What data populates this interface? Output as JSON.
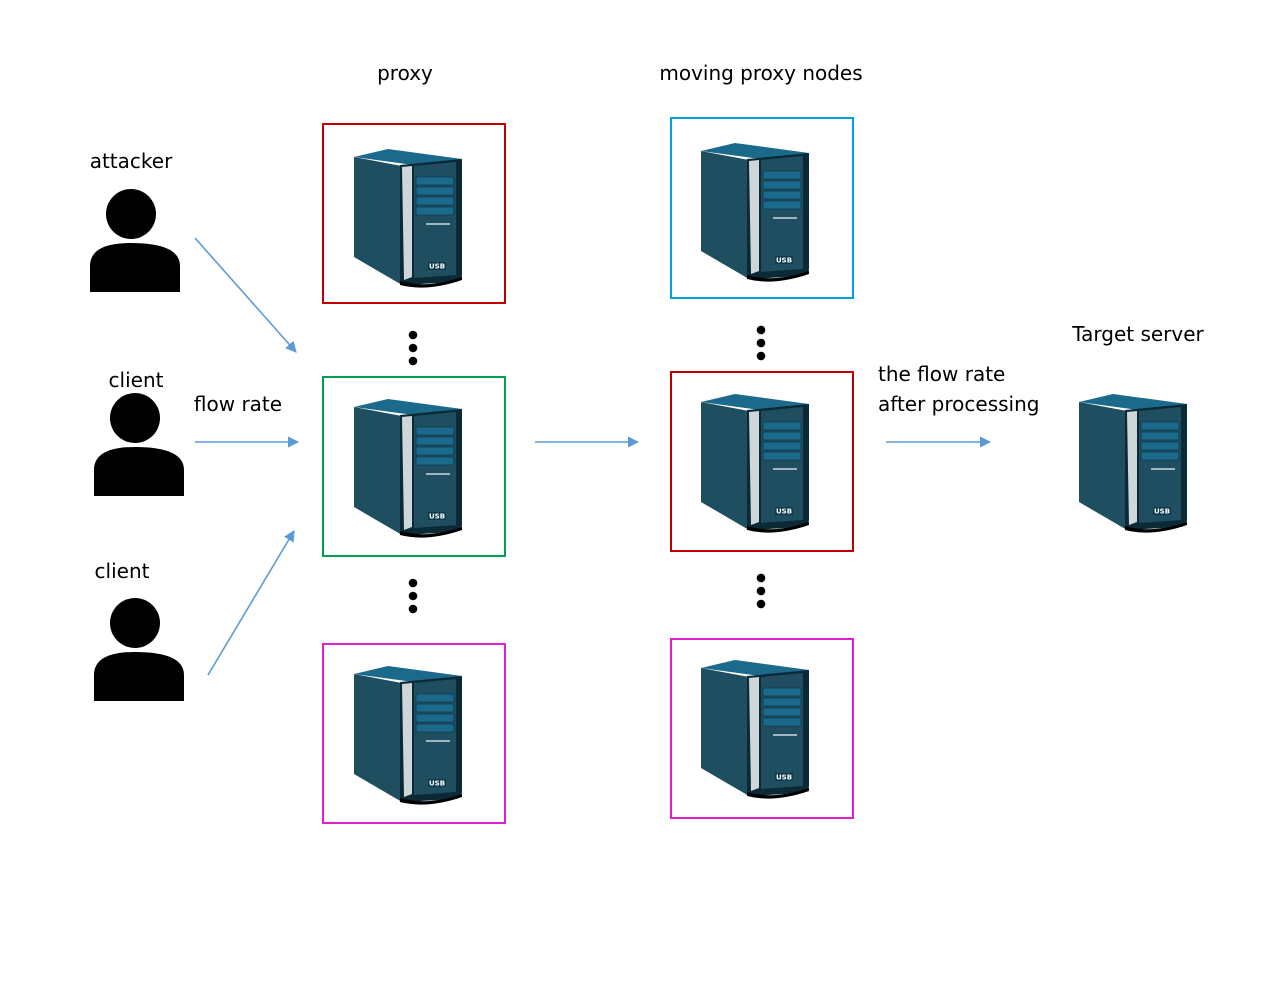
{
  "labels": {
    "proxy": "proxy",
    "moving_proxy_nodes": "moving proxy nodes",
    "attacker": "attacker",
    "client_1": "client",
    "client_2": "client",
    "flow_rate": "flow rate",
    "processed_line1": "the flow rate",
    "processed_line2": "after processing",
    "target_server": "Target server"
  },
  "server_badge": "USB",
  "colors": {
    "attacker_text": "#ff0000",
    "arrow": "#5b9bd5",
    "frame_red": "#c00000",
    "frame_green": "#00a050",
    "frame_blue": "#00a0e0",
    "frame_magenta": "#e020d0",
    "server_body": "#1f4e60",
    "server_dark": "#0b2a36",
    "server_front": "#1b6a8c",
    "server_trim": "#cfd6da",
    "person": "#000000"
  },
  "icons": [
    "person-icon",
    "server-icon",
    "ellipsis-icon",
    "arrow-icon"
  ]
}
